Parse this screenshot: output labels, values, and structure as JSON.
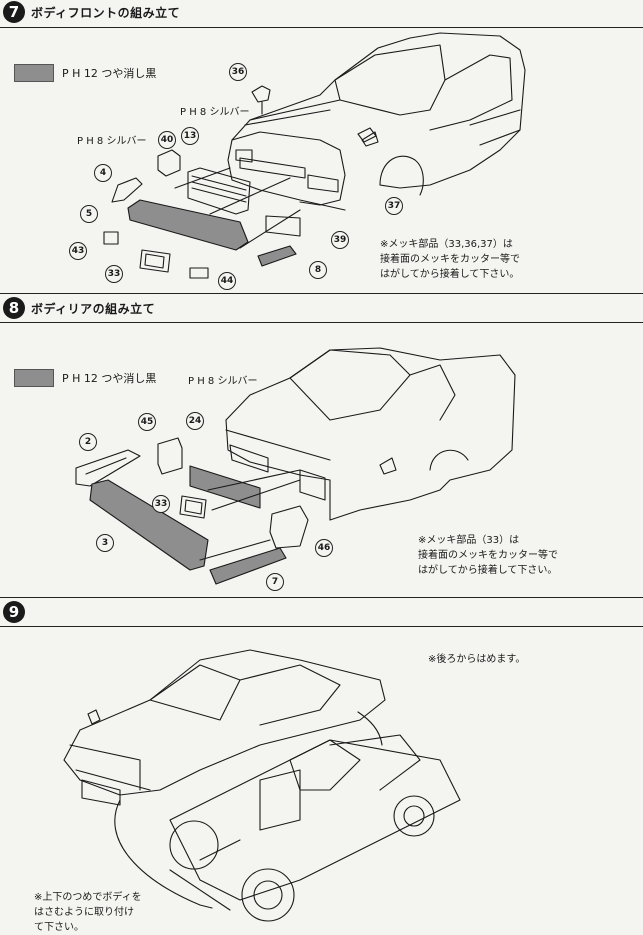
{
  "steps": [
    {
      "number": "7",
      "title": "ボディフロントの組み立て"
    },
    {
      "number": "8",
      "title": "ボディリアの組み立て"
    },
    {
      "number": "9",
      "title": ""
    }
  ],
  "legends": {
    "matte_black": "P H 12 つや消し黒",
    "silver": "P H 8 シルバー"
  },
  "callouts_step7": [
    "36",
    "40",
    "13",
    "4",
    "5",
    "43",
    "33",
    "44",
    "39",
    "8",
    "37"
  ],
  "callouts_step8": [
    "45",
    "24",
    "2",
    "33",
    "3",
    "46",
    "7"
  ],
  "notes": {
    "step7_chrome": "※メッキ部品（33,36,37）は\n接着面のメッキをカッター等で\nはがしてから接着して下さい。",
    "step8_chrome": "※メッキ部品（33）は\n接着面のメッキをカッター等で\nはがしてから接着して下さい。",
    "step9_rear": "※後ろからはめます。",
    "step9_tabs": "※上下のつめでボディを\nはさむように取り付け\nて下さい。"
  },
  "colors": {
    "paint_swatch": "#8e8e8e",
    "ink": "#1a1a1a"
  }
}
